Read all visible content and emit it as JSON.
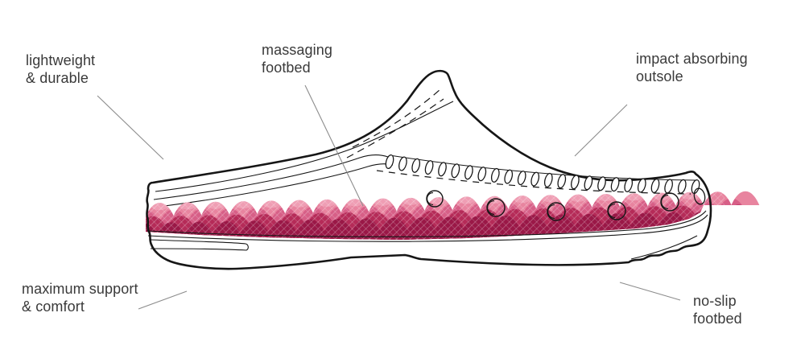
{
  "figure": {
    "illustration": "clog-shoe-side-view",
    "callouts": [
      {
        "id": "lightweight-durable",
        "lines": [
          "lightweight",
          "& durable"
        ]
      },
      {
        "id": "massaging-footbed",
        "lines": [
          "massaging",
          "footbed"
        ]
      },
      {
        "id": "impact-absorbing-outsole",
        "lines": [
          "impact absorbing",
          "outsole"
        ]
      },
      {
        "id": "maximum-support-comfort",
        "lines": [
          "maximum support",
          "& comfort"
        ]
      },
      {
        "id": "no-slip-footbed",
        "lines": [
          "no-slip",
          "footbed"
        ]
      }
    ],
    "colors": {
      "background": "#ffffff",
      "outline": "#161616",
      "leader_line": "#8c8c8c",
      "text": "#3a3a3a",
      "footbed_base": "#e8849f",
      "footbed_mid": "#d75f87",
      "footbed_deep": "#b52b58",
      "footbed_shadow": "#9a1847",
      "footbed_highlight": "#f6b8ca"
    }
  }
}
